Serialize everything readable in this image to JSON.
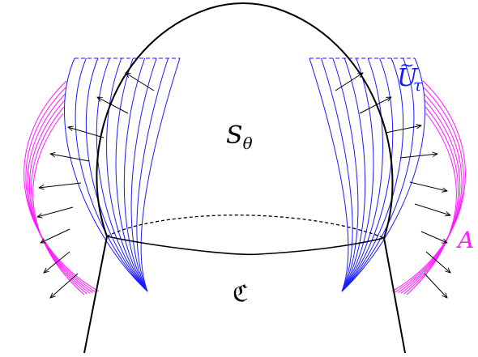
{
  "labels": {
    "region_top": "S",
    "region_top_sub": "θ",
    "region_bottom": "ℭ",
    "blue_family": "U",
    "blue_family_accent": "~",
    "blue_family_sub": "τ",
    "magenta_family": "A"
  },
  "colors": {
    "outline": "#000000",
    "blue_family": "#1a1aff",
    "magenta_family": "#ff1aff",
    "arrow": "#000000"
  },
  "families": {
    "blue_curve_count": 10,
    "magenta_curve_count": 6
  }
}
